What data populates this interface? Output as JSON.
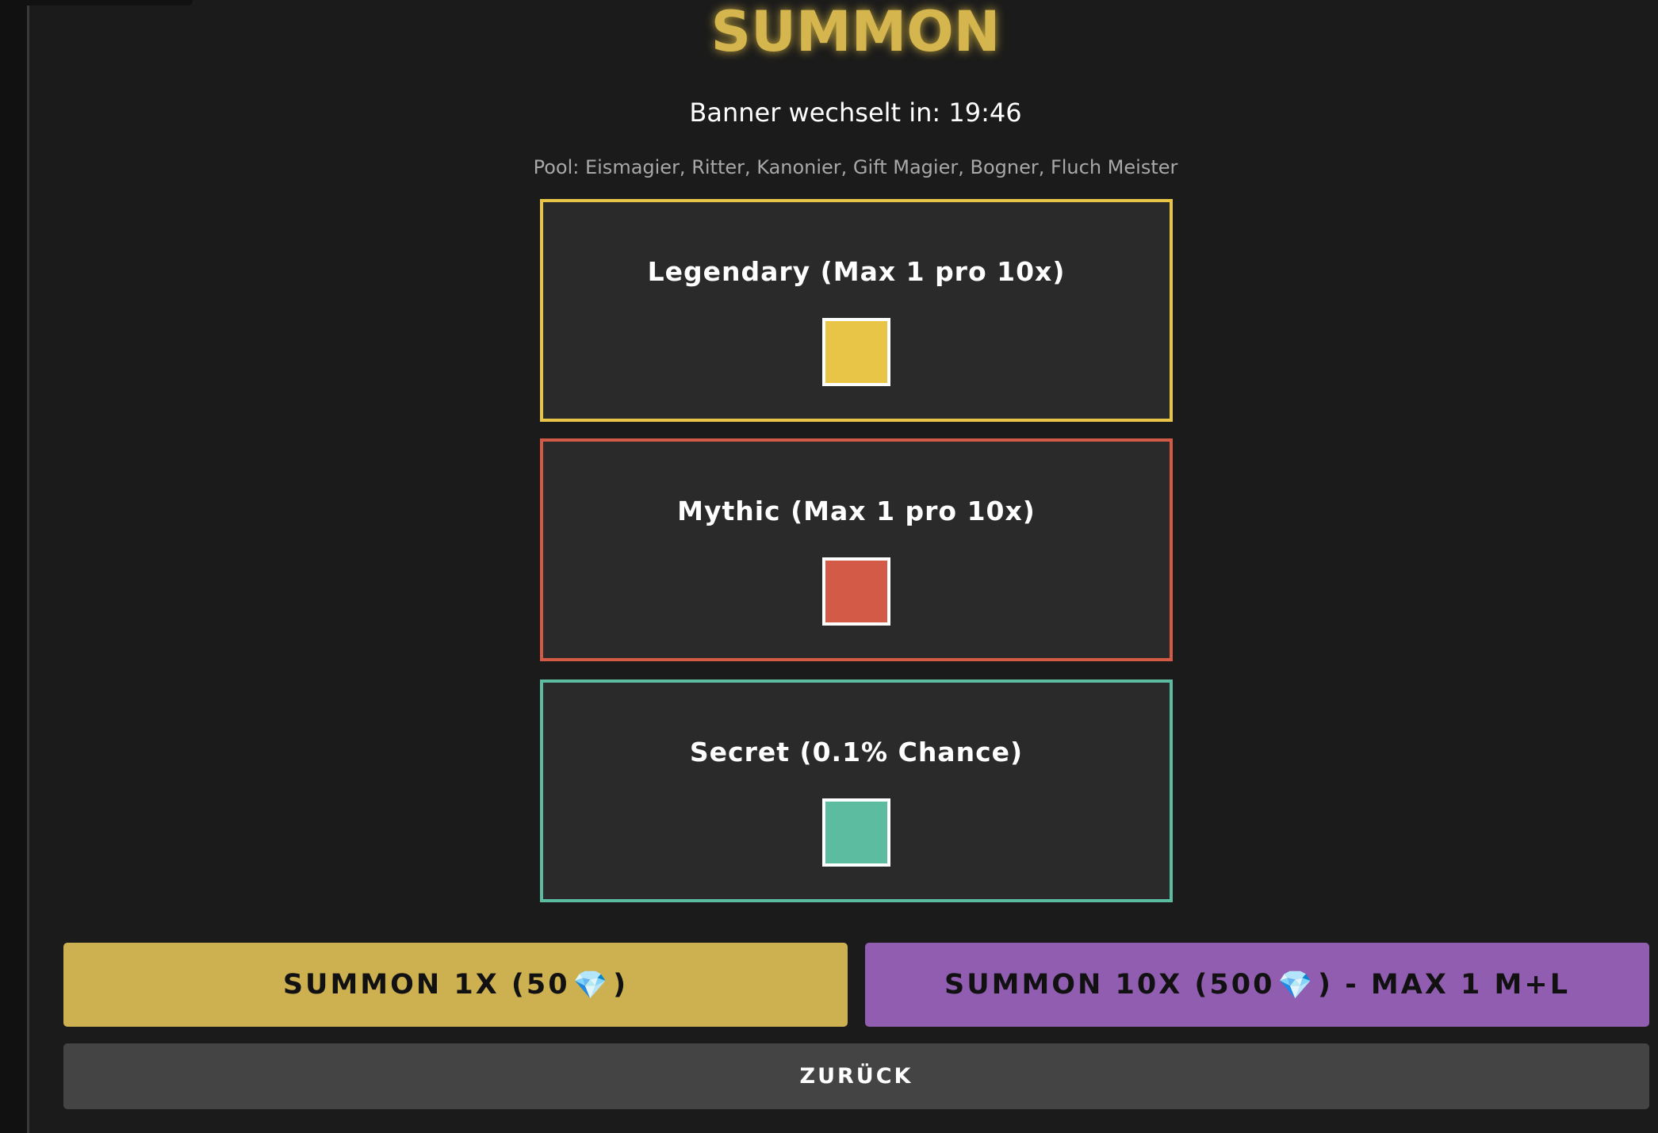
{
  "title": "SUMMON",
  "banner": "Banner wechselt in: 19:46",
  "pool": "Pool: Eismagier, Ritter, Kanonier, Gift Magier, Bogner, Fluch Meister",
  "rarities": [
    {
      "label": "Legendary (Max 1 pro 10x)",
      "color": "#e8c547"
    },
    {
      "label": "Mythic (Max 1 pro 10x)",
      "color": "#d45a48"
    },
    {
      "label": "Secret (0.1% Chance)",
      "color": "#5bbca0"
    }
  ],
  "buttons": {
    "summon1_pre": "SUMMON 1X (50",
    "summon1_post": ")",
    "summon10_pre": "SUMMON 10X (500",
    "summon10_post": ") - MAX 1 M+L",
    "gem": "💎",
    "back": "ZURÜCK"
  }
}
